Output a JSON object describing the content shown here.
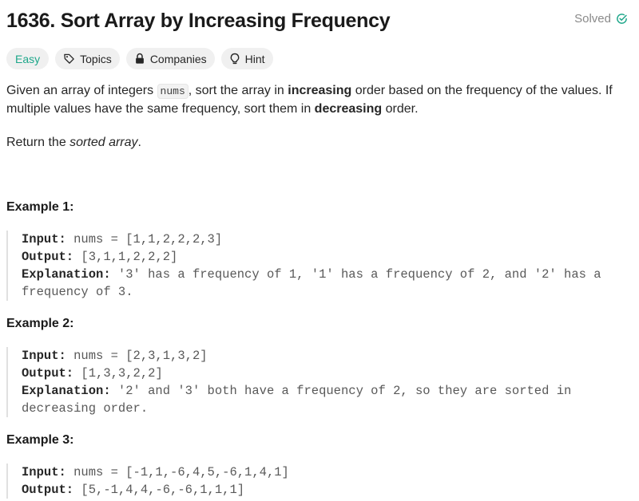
{
  "problem": {
    "title": "1636. Sort Array by Increasing Frequency",
    "status": "Solved",
    "status_color": "#1ea78a"
  },
  "tags": {
    "difficulty": "Easy",
    "topics": "Topics",
    "companies": "Companies",
    "hint": "Hint"
  },
  "description": {
    "p1_a": "Given an array of integers ",
    "p1_code": "nums",
    "p1_b": ", sort the array in ",
    "p1_bold1": "increasing",
    "p1_c": " order based on the frequency of the values. If multiple values have the same frequency, sort them in ",
    "p1_bold2": "decreasing",
    "p1_d": " order.",
    "p2_a": "Return the ",
    "p2_italic": "sorted array",
    "p2_b": "."
  },
  "examples": [
    {
      "title": "Example 1:",
      "input_label": "Input:",
      "input": " nums = [1,1,2,2,2,3]",
      "output_label": "Output:",
      "output": " [3,1,1,2,2,2]",
      "explanation_label": "Explanation:",
      "explanation": " '3' has a frequency of 1, '1' has a frequency of 2, and '2' has a frequency of 3."
    },
    {
      "title": "Example 2:",
      "input_label": "Input:",
      "input": " nums = [2,3,1,3,2]",
      "output_label": "Output:",
      "output": " [1,3,3,2,2]",
      "explanation_label": "Explanation:",
      "explanation": " '2' and '3' both have a frequency of 2, so they are sorted in decreasing order."
    },
    {
      "title": "Example 3:",
      "input_label": "Input:",
      "input": " nums = [-1,1,-6,4,5,-6,1,4,1]",
      "output_label": "Output:",
      "output": " [5,-1,4,4,-6,-6,1,1,1]"
    }
  ]
}
